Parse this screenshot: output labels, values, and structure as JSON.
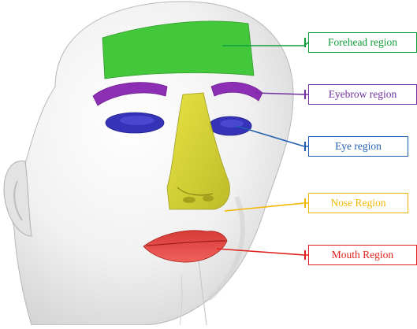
{
  "figure": {
    "regions": [
      {
        "id": "forehead",
        "label": "Forehead region",
        "color": "#0f9d3a",
        "fill": "#43c83c"
      },
      {
        "id": "eyebrow",
        "label": "Eyebrow region",
        "color": "#7030a0",
        "fill": "#8d2fb4"
      },
      {
        "id": "eye",
        "label": "Eye region",
        "color": "#1f5fb0",
        "fill": "#3533b8"
      },
      {
        "id": "nose",
        "label": "Nose Region",
        "color": "#f2b705",
        "fill": "#d9d52c"
      },
      {
        "id": "mouth",
        "label": "Mouth Region",
        "color": "#e0201c",
        "fill": "#e0433f"
      }
    ]
  }
}
